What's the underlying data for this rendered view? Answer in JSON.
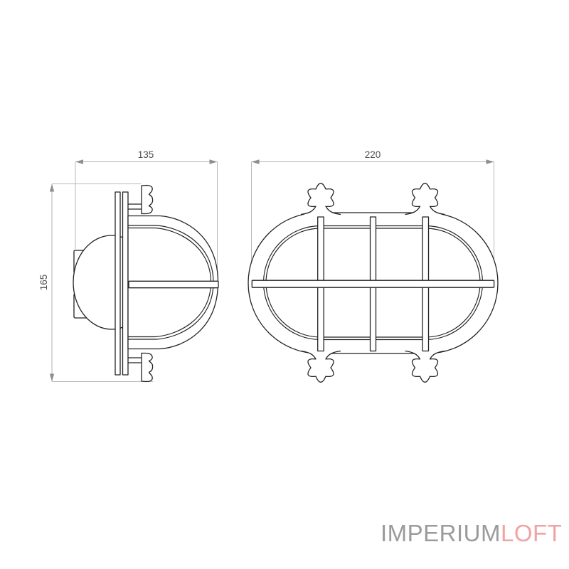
{
  "drawing": {
    "title": "bulkhead lamp technical drawing",
    "dims": {
      "side_width": "135",
      "side_height": "165",
      "front_width": "220"
    },
    "colors": {
      "line": "#222222",
      "dimension_line": "#b3b3b3",
      "dimension_text": "#4d4d4d"
    }
  },
  "logo": {
    "part1": "IMPERIUM",
    "part2": "LOFT",
    "color1": "#9b9b9d",
    "color2": "#f0a2a5"
  }
}
